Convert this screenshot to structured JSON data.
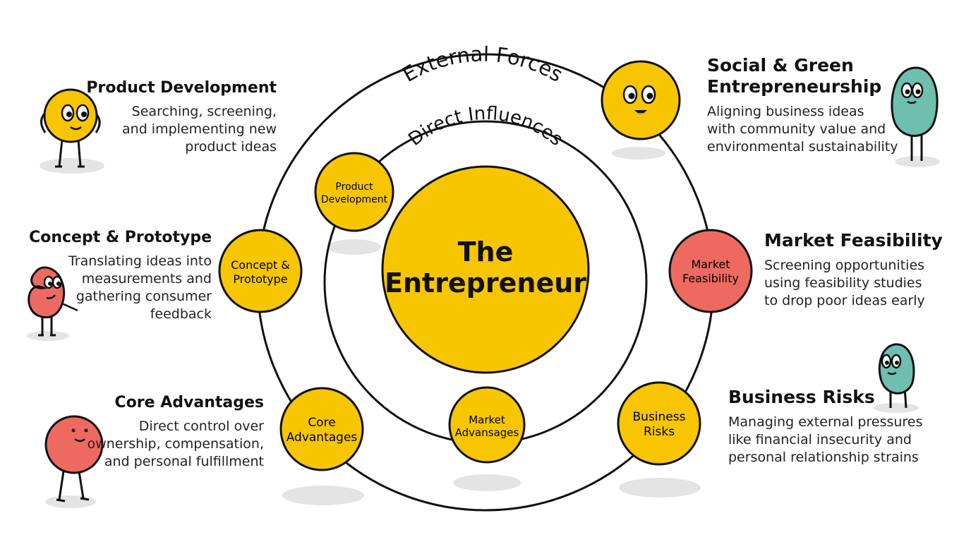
{
  "diagram": {
    "center_label_line1": "The",
    "center_label_line2": "Entrepreneur",
    "ring_outer_label": "External Forces",
    "ring_inner_label": "Direct Influences",
    "nodes": {
      "product_development": {
        "line1": "Product",
        "line2": "Development"
      },
      "concept_prototype": {
        "line1": "Concept &",
        "line2": "Prototype"
      },
      "core_advantages": {
        "line1": "Core",
        "line2": "Advantages"
      },
      "market_advantages": {
        "line1": "Market",
        "line2": "Advansages"
      },
      "business_risks": {
        "line1": "Business",
        "line2": "Risks"
      },
      "market_feasibility": {
        "line1": "Market",
        "line2": "Feasibility"
      }
    }
  },
  "descriptions": {
    "product_development": {
      "title": "Product Development",
      "lines": [
        "Searching, screening,",
        "and implementing new",
        "product ideas"
      ]
    },
    "concept_prototype": {
      "title": "Concept & Prototype",
      "lines": [
        "Translating ideas into",
        "measurements and",
        "gathering consumer",
        "feedback"
      ]
    },
    "core_advantages": {
      "title": "Core Advantages",
      "lines": [
        "Direct control over",
        "ownership, compensation,",
        "and personal fulfillment"
      ]
    },
    "social_green": {
      "title_line1": "Social & Green",
      "title_line2": "Entrepreneurship",
      "lines": [
        "Aligning business ideas",
        "with community value and",
        "environmental sustainability"
      ]
    },
    "market_feasibility": {
      "title": "Market Feasibility",
      "lines": [
        "Screening opportunities",
        "using feasibility studies",
        "to drop poor ideas early"
      ]
    },
    "business_risks": {
      "title": "Business Risks",
      "lines": [
        "Managing external pressures",
        "like financial insecurity and",
        "personal relationship strains"
      ]
    }
  },
  "colors": {
    "yellow": "#F7C600",
    "red": "#EE6A60",
    "teal": "#6EBFAE",
    "stroke": "#111111",
    "shadow": "#E4E4E4"
  },
  "icons": [
    "yellow-blob-character-icon",
    "red-blob-character-icon",
    "teal-blob-character-icon",
    "yellow-face-icon"
  ]
}
